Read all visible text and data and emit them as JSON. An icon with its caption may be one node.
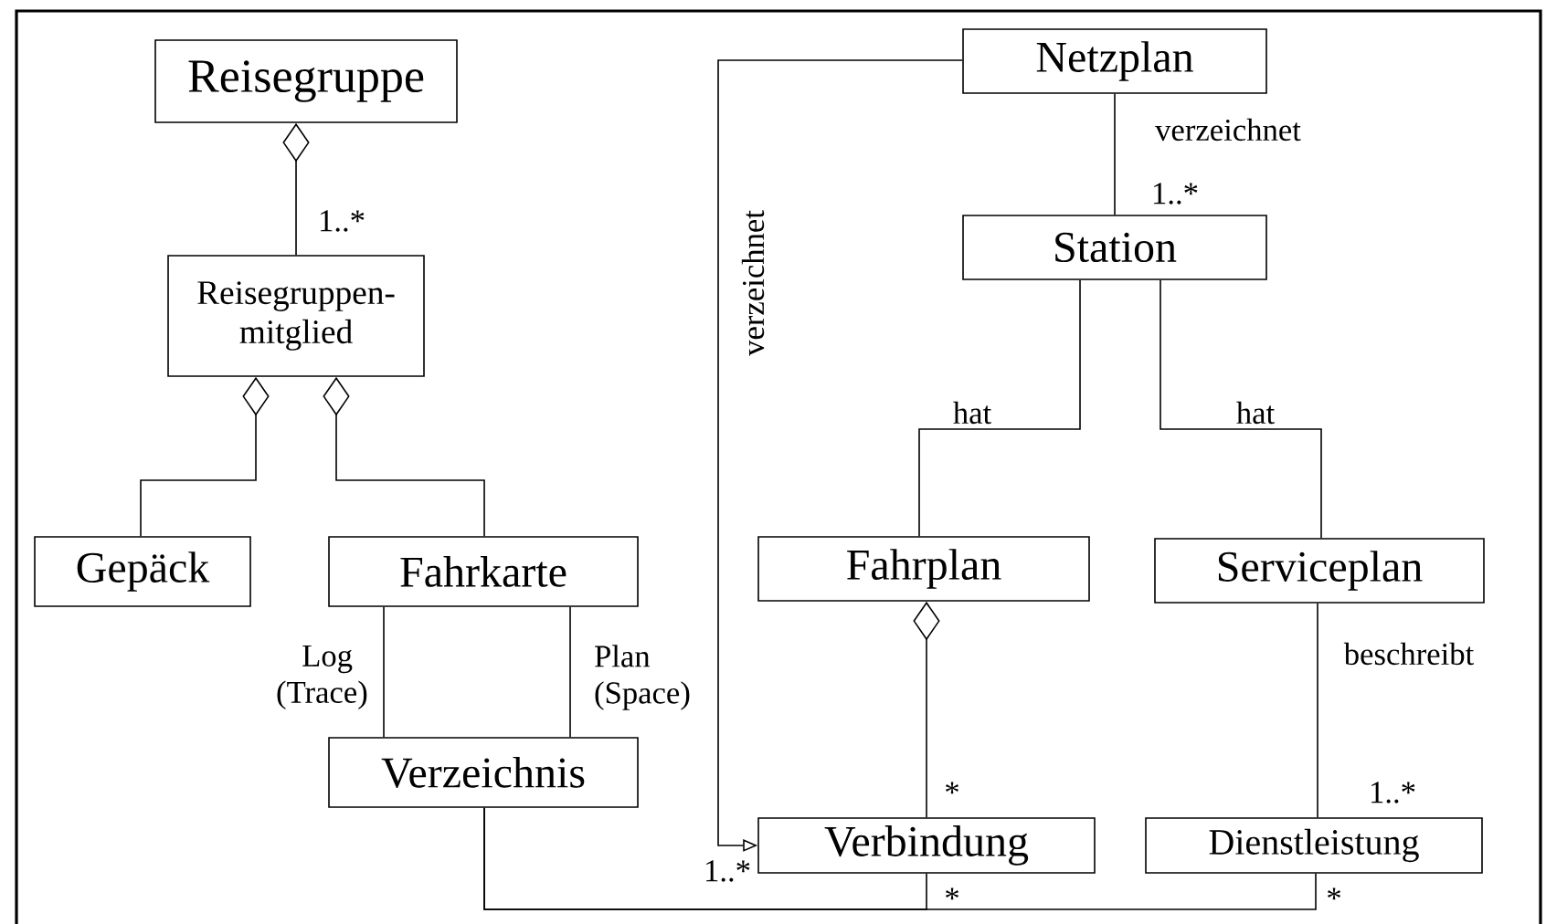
{
  "diagram": {
    "nodes": [
      {
        "text": [
          "Reisegruppe"
        ]
      },
      {
        "text": [
          "Reisegruppen- mitglied"
        ]
      },
      {
        "text": [
          "Gepäck"
        ]
      },
      {
        "text": [
          "Fahrkarte"
        ]
      },
      {
        "text": [
          "Verzeichnis"
        ]
      },
      {
        "text": [
          "Netzplan"
        ]
      },
      {
        "text": [
          "Station"
        ]
      },
      {
        "text": [
          "Fahrplan"
        ]
      },
      {
        "text": [
          "Serviceplan"
        ]
      },
      {
        "text": [
          "Verbindung"
        ]
      },
      {
        "text": [
          "Dienstleistung"
        ]
      }
    ],
    "edges": [
      {
        "from": 1,
        "to": 0,
        "arrow": "other"
      },
      {
        "from": 2,
        "to": 1,
        "arrow": "other"
      },
      {
        "from": 3,
        "to": 1,
        "arrow": "other"
      },
      {
        "from": 3,
        "to": 4,
        "arrow": "none",
        "label": "Log (Trace)"
      },
      {
        "from": 3,
        "to": 4,
        "arrow": "none",
        "label": "Plan (Space)"
      },
      {
        "from": 5,
        "to": 6,
        "arrow": "none",
        "label": "verzeichnet"
      },
      {
        "from": 5,
        "to": 9,
        "arrow": "to",
        "label": "verzeichnet"
      },
      {
        "from": 6,
        "to": 7,
        "arrow": "none",
        "label": "hat"
      },
      {
        "from": 6,
        "to": 8,
        "arrow": "none",
        "label": "hat"
      },
      {
        "from": 9,
        "to": 7,
        "arrow": "other"
      },
      {
        "from": 8,
        "to": 10,
        "arrow": "none",
        "label": "beschreibt"
      },
      {
        "from": 4,
        "to": 9,
        "arrow": "none"
      },
      {
        "from": 4,
        "to": 10,
        "arrow": "none"
      }
    ],
    "labels": [
      "1..*",
      "1..*",
      "1..*",
      "*",
      "1..*",
      "*",
      "*"
    ]
  }
}
